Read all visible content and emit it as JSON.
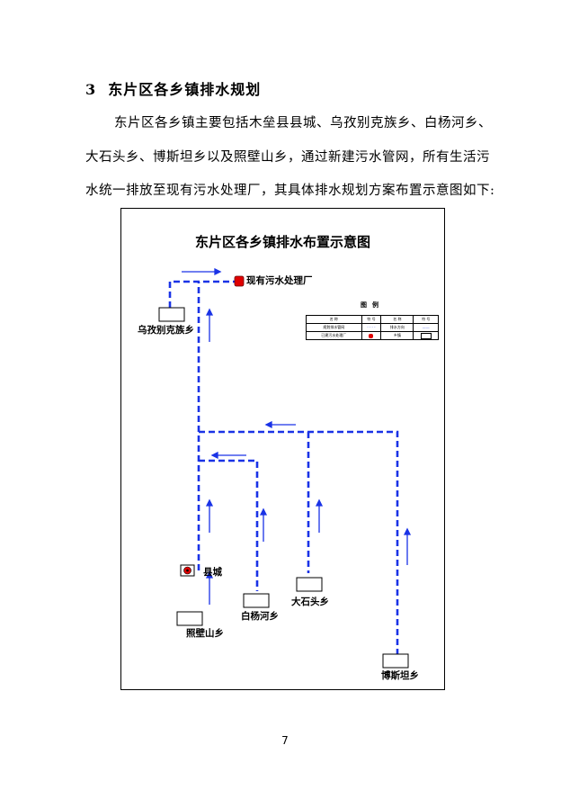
{
  "section": {
    "number": "3",
    "title": "东片区各乡镇排水规划"
  },
  "paragraph": {
    "line1": "东片区各乡镇主要包括木垒县县城、乌孜别克族乡、白杨河乡、",
    "line2": "大石头乡、博斯坦乡以及照壁山乡，通过新建污水管网，所有生活污",
    "line3": "水统一排放至现有污水处理厂，其具体排水规划方案布置示意图如下:"
  },
  "figure": {
    "title": "东片区各乡镇排水布置示意图",
    "labels": {
      "plant": "现有污水处理厂",
      "wuzibieke": "乌孜别克族乡",
      "county": "县城",
      "zhaobishan": "照壁山乡",
      "baiyanghe": "白杨河乡",
      "dashitou": "大石头乡",
      "bositan": "博斯坦乡"
    },
    "legend": {
      "title": "图例",
      "rows": [
        [
          "名 称",
          "符 号",
          "名 称",
          "符 号"
        ],
        [
          "规划排水管网",
          "- - - -",
          "排水方向",
          "——"
        ],
        [
          "已建污水处理厂",
          "",
          "乡镇",
          ""
        ]
      ]
    },
    "colors": {
      "pipe": "#1a33e6",
      "plant": "#e00000",
      "arrow": "#1a33e6"
    }
  },
  "page_number": "7"
}
